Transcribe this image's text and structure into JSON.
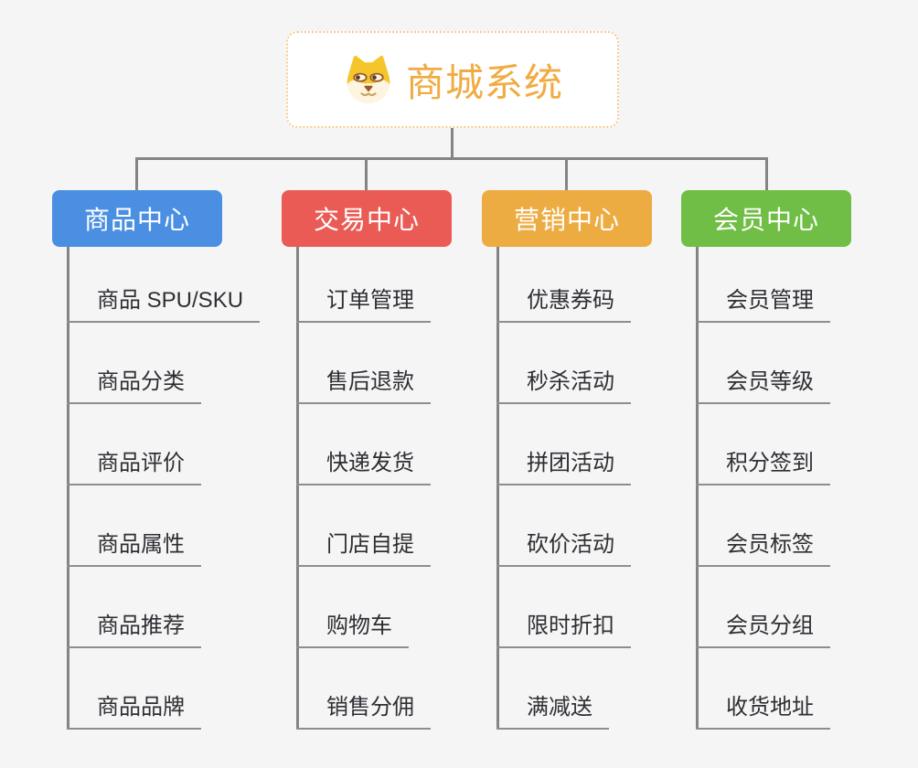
{
  "app": {
    "background_color": "#f5f5f6",
    "connector_color": "#848484",
    "underline_color": "#8e8e8e"
  },
  "root": {
    "title": "商城系统",
    "title_color": "#f0ac43",
    "border_color": "#f3cd8c",
    "icon": "dog-face-icon"
  },
  "branches": [
    {
      "label": "商品中心",
      "color": "#4b8fe2",
      "items": [
        "商品 SPU/SKU",
        "商品分类",
        "商品评价",
        "商品属性",
        "商品推荐",
        "商品品牌"
      ]
    },
    {
      "label": "交易中心",
      "color": "#ea5b55",
      "items": [
        "订单管理",
        "售后退款",
        "快递发货",
        "门店自提",
        "购物车",
        "销售分佣"
      ]
    },
    {
      "label": "营销中心",
      "color": "#edac41",
      "items": [
        "优惠券码",
        "秒杀活动",
        "拼团活动",
        "砍价活动",
        "限时折扣",
        "满减送"
      ]
    },
    {
      "label": "会员中心",
      "color": "#70be45",
      "items": [
        "会员管理",
        "会员等级",
        "积分签到",
        "会员标签",
        "会员分组",
        "收货地址"
      ]
    }
  ]
}
